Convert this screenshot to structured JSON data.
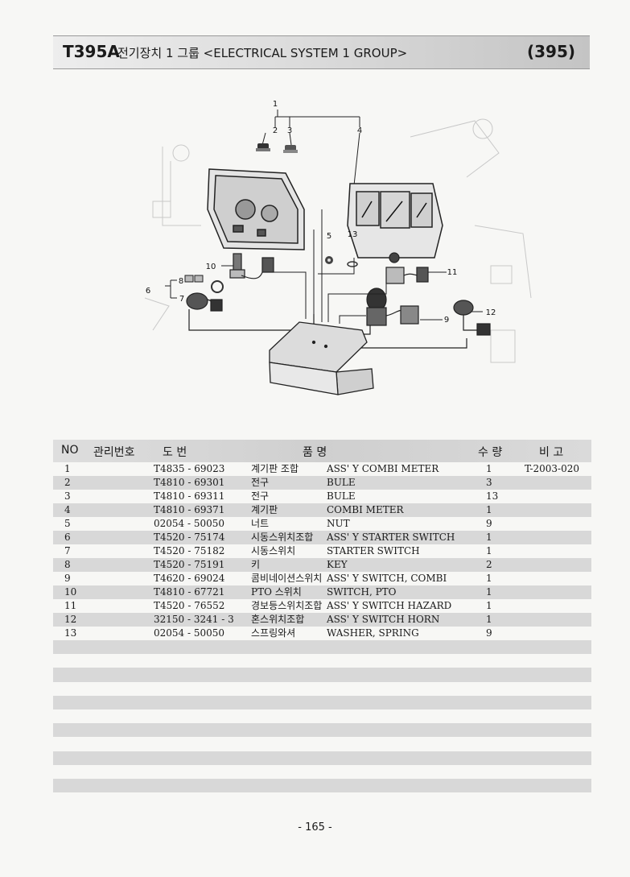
{
  "header": {
    "code": "T395A",
    "title": "전기장치 1 그룹 <ELECTRICAL SYSTEM 1 GROUP>",
    "page_code": "(395)"
  },
  "diagram": {
    "callouts": [
      "1",
      "2",
      "3",
      "4",
      "5",
      "13",
      "10",
      "8",
      "6",
      "7",
      "11",
      "9",
      "12"
    ]
  },
  "table": {
    "headers": {
      "no": "NO",
      "manage_no": "관리번호",
      "drawing_no": "도  번",
      "part_name": "품  명",
      "qty": "수 량",
      "remarks": "비 고"
    },
    "rows": [
      {
        "no": "1",
        "part": "T4835 - 69023",
        "kr": "계기판 조합",
        "en": "ASS' Y COMBI METER",
        "qty": "1",
        "remark": "T-2003-020"
      },
      {
        "no": "2",
        "part": "T4810 - 69301",
        "kr": "전구",
        "en": "BULE",
        "qty": "3",
        "remark": ""
      },
      {
        "no": "3",
        "part": "T4810 - 69311",
        "kr": "전구",
        "en": "BULE",
        "qty": "13",
        "remark": ""
      },
      {
        "no": "4",
        "part": "T4810 - 69371",
        "kr": "계기판",
        "en": "COMBI METER",
        "qty": "1",
        "remark": ""
      },
      {
        "no": "5",
        "part": "02054 - 50050",
        "kr": "너트",
        "en": "NUT",
        "qty": "9",
        "remark": ""
      },
      {
        "no": "6",
        "part": "T4520 - 75174",
        "kr": "시동스위치조합",
        "en": "ASS' Y STARTER SWITCH",
        "qty": "1",
        "remark": ""
      },
      {
        "no": "7",
        "part": "T4520 - 75182",
        "kr": "시동스위치",
        "en": "STARTER SWITCH",
        "qty": "1",
        "remark": ""
      },
      {
        "no": "8",
        "part": "T4520 - 75191",
        "kr": "키",
        "en": "KEY",
        "qty": "2",
        "remark": ""
      },
      {
        "no": "9",
        "part": "T4620 - 69024",
        "kr": "콤비네이션스위치",
        "en": "ASS' Y SWITCH, COMBI",
        "qty": "1",
        "remark": ""
      },
      {
        "no": "10",
        "part": "T4810 - 67721",
        "kr": "PTO 스위치",
        "en": "SWITCH, PTO",
        "qty": "1",
        "remark": ""
      },
      {
        "no": "11",
        "part": "T4520 - 76552",
        "kr": "경보등스위치조합",
        "en": "ASS' Y SWITCH HAZARD",
        "qty": "1",
        "remark": ""
      },
      {
        "no": "12",
        "part": "32150 - 3241 - 3",
        "kr": "혼스위치조합",
        "en": "ASS' Y SWITCH HORN",
        "qty": "1",
        "remark": ""
      },
      {
        "no": "13",
        "part": "02054 - 50050",
        "kr": "스프링와셔",
        "en": "WASHER, SPRING",
        "qty": "9",
        "remark": ""
      }
    ]
  },
  "footer": {
    "page_number": "- 165 -"
  }
}
